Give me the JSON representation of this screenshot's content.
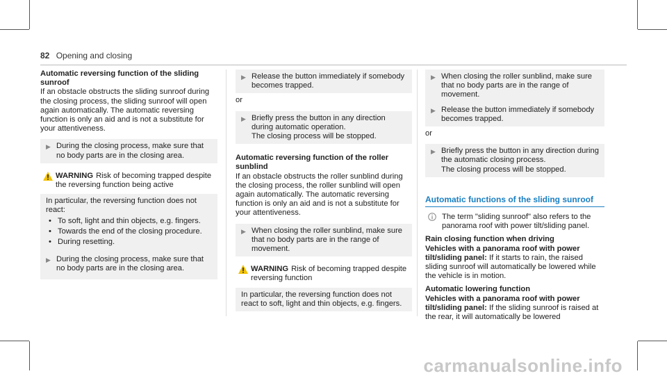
{
  "header": {
    "page_number": "82",
    "section": "Opening and closing"
  },
  "col1": {
    "heading": "Automatic reversing function of the sliding sunroof",
    "intro": "If an obstacle obstructs the sliding sunroof during the closing process, the sliding sunroof will open again automatically. The automatic reversing function is only an aid and is not a substitute for your attentiveness.",
    "step1": "During the closing process, make sure that no body parts are in the closing area.",
    "warning_label": "WARNING",
    "warning_title": "Risk of becoming trapped despite the reversing function being active",
    "warning_intro": "In particular, the reversing function does not react:",
    "bullets": [
      "To soft, light and thin objects, e.g. fingers.",
      "Towards the end of the closing procedure.",
      "During resetting."
    ],
    "step2": "During the closing process, make sure that no body parts are in the closing area."
  },
  "col2": {
    "step1": "Release the button immediately if somebody becomes trapped.",
    "or": "or",
    "step2a": "Briefly press the button in any direction during automatic operation.",
    "step2b": "The closing process will be stopped.",
    "heading": "Automatic reversing function of the roller sunblind",
    "intro": "If an obstacle obstructs the roller sunblind during the closing process, the roller sunblind will open again automatically. The automatic reversing function is only an aid and is not a substitute for your attentiveness.",
    "step3": "When closing the roller sunblind, make sure that no body parts are in the range of movement.",
    "warning_label": "WARNING",
    "warning_title": "Risk of becoming trapped despite reversing function",
    "warning_body": "In particular, the reversing function does not react to soft, light and thin objects, e.g. fingers."
  },
  "col3": {
    "step1": "When closing the roller sunblind, make sure that no body parts are in the range of movement.",
    "step2": "Release the button immediately if somebody becomes trapped.",
    "or": "or",
    "step3a": "Briefly press the button in any direction during the automatic closing process.",
    "step3b": "The closing process will be stopped.",
    "heading": "Automatic functions of the sliding sunroof",
    "note": "The term \"sliding sunroof\" also refers to the panorama roof with power tilt/sliding panel.",
    "rain_title": "Rain closing function when driving",
    "rain_sub": "Vehicles with a panorama roof with power tilt/sliding panel:",
    "rain_body": "If it starts to rain, the raised sliding sunroof will automatically be lowered while the vehicle is in motion.",
    "lower_title": "Automatic lowering function",
    "lower_sub": "Vehicles with a panorama roof with power tilt/sliding panel:",
    "lower_body": "If the sliding sunroof is raised at the rear, it will automatically be lowered"
  },
  "watermark": "carmanualsonline.info",
  "colors": {
    "accent": "#1a7fc1",
    "step_bg": "#f0f0f0",
    "warning_yellow": "#f2c200"
  },
  "icons": {
    "step": "arrow-right-icon",
    "warning": "warning-triangle-icon",
    "note": "info-icon"
  }
}
